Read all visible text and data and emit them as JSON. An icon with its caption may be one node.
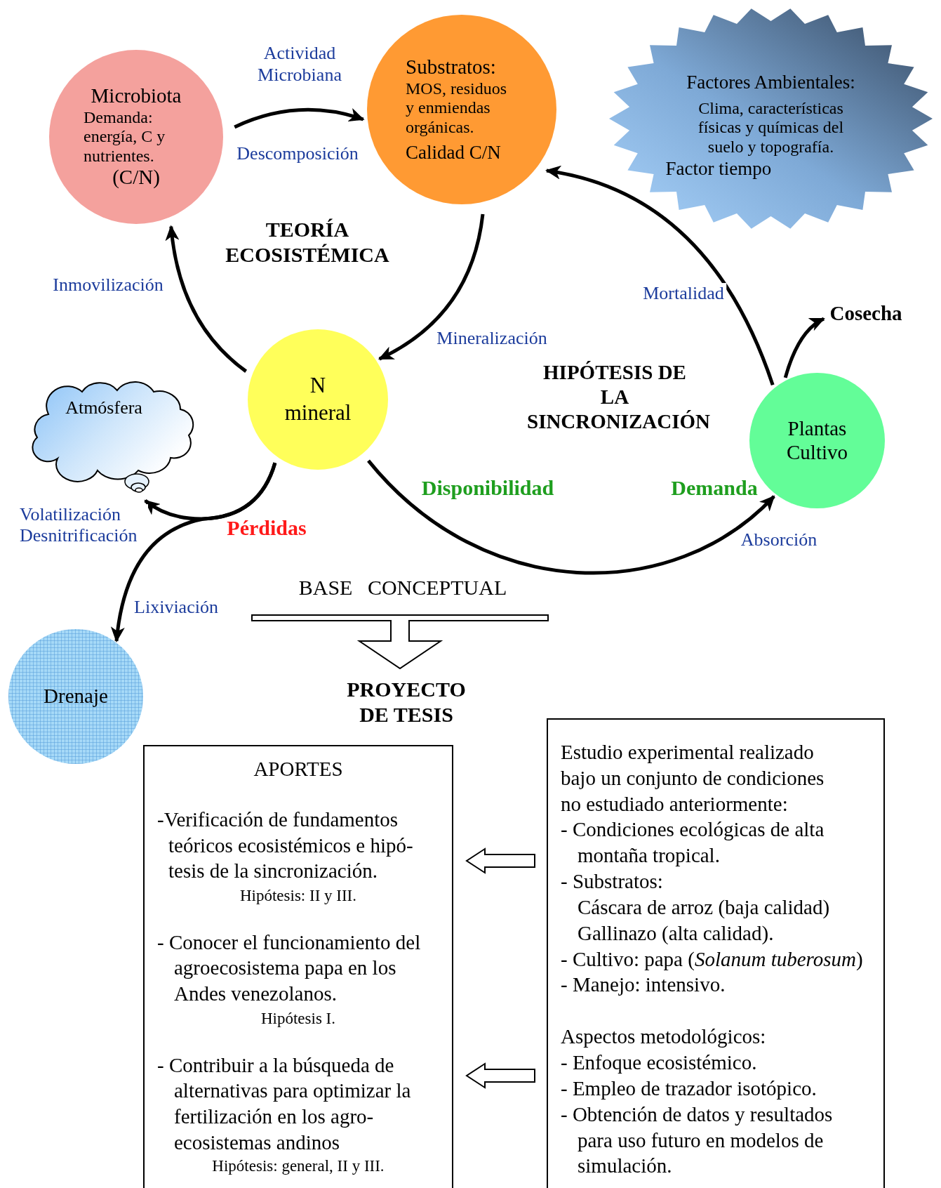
{
  "diagram": {
    "nodes": [
      {
        "text": [
          "Microbiota",
          "Demanda: energía, C y nutrientes.",
          "(C/N)"
        ]
      },
      {
        "text": [
          "Substratos:",
          "MOS, residuos y enmiendas orgánicas.",
          "Calidad C/N"
        ]
      },
      {
        "text": [
          "Factores Ambientales:",
          "Clima, características físicas y químicas del suelo y topografía.",
          "Factor tiempo"
        ]
      },
      {
        "text": [
          "N mineral"
        ]
      },
      {
        "text": [
          "Atmósfera"
        ]
      },
      {
        "text": [
          "Plantas Cultivo"
        ]
      },
      {
        "text": [
          "Cosecha"
        ]
      },
      {
        "text": [
          "Drenaje"
        ]
      },
      {
        "text": [
          "APORTES",
          "-Verificación de fundamentos teóricos ecosistémicos e hipó-tesis de la sincronización.",
          "Hipótesis: II y III.",
          "- Conocer el funcionamiento del agroecosistema papa en los Andes venezolanos.",
          "Hipótesis I.",
          "- Contribuir a la búsqueda de alternativas para optimizar la fertilización en los agro-ecosistemas andinos",
          "Hipótesis: general, II y III."
        ]
      },
      {
        "text": [
          "Estudio experimental realizado bajo un conjunto de condiciones no estudiado anteriormente:",
          "- Condiciones ecológicas de alta montaña tropical.",
          "- Substratos:",
          "Cáscara de arroz (baja calidad)",
          "Gallinazo (alta calidad).",
          "- Cultivo: papa (*Solanum tuberosum*)",
          "- Manejo: intensivo.",
          "Aspectos metodológicos:",
          "- Enfoque ecosistémico.",
          "- Empleo de trazador isotópico.",
          "- Obtención de datos y resultados para uso futuro en modelos de simulación."
        ]
      },
      {
        "text": [
          "BASE CONCEPTUAL"
        ]
      },
      {
        "text": [
          "PROYECTO DE TESIS"
        ]
      }
    ],
    "edges": [
      {
        "from": 0,
        "to": 1,
        "arrow": "to",
        "label": "Descomposición"
      },
      {
        "from": 1,
        "to": 3,
        "arrow": "to",
        "label": "Mineralización"
      },
      {
        "from": 3,
        "to": 0,
        "arrow": "to",
        "label": "Inmovilización"
      },
      {
        "from": 5,
        "to": 1,
        "arrow": "to",
        "label": "Mortalidad"
      },
      {
        "from": 3,
        "to": 5,
        "arrow": "to",
        "label": "Absorción"
      },
      {
        "from": 5,
        "to": 6,
        "arrow": "to"
      },
      {
        "from": 3,
        "to": 4,
        "arrow": "to",
        "label": "Volatilización Desnitrificación"
      },
      {
        "from": 3,
        "to": 7,
        "arrow": "to",
        "label": "Lixiviación"
      },
      {
        "from": 10,
        "to": 11,
        "arrow": "to"
      },
      {
        "from": 9,
        "to": 8,
        "arrow": "to"
      },
      {
        "from": 9,
        "to": 8,
        "arrow": "to"
      }
    ],
    "labels": [
      "Actividad Microbiana",
      "TEORÍA ECOSISTÉMICA",
      "HIPÓTESIS DE LA SINCRONIZACIÓN",
      "Disponibilidad",
      "Demanda",
      "Pérdidas"
    ]
  }
}
